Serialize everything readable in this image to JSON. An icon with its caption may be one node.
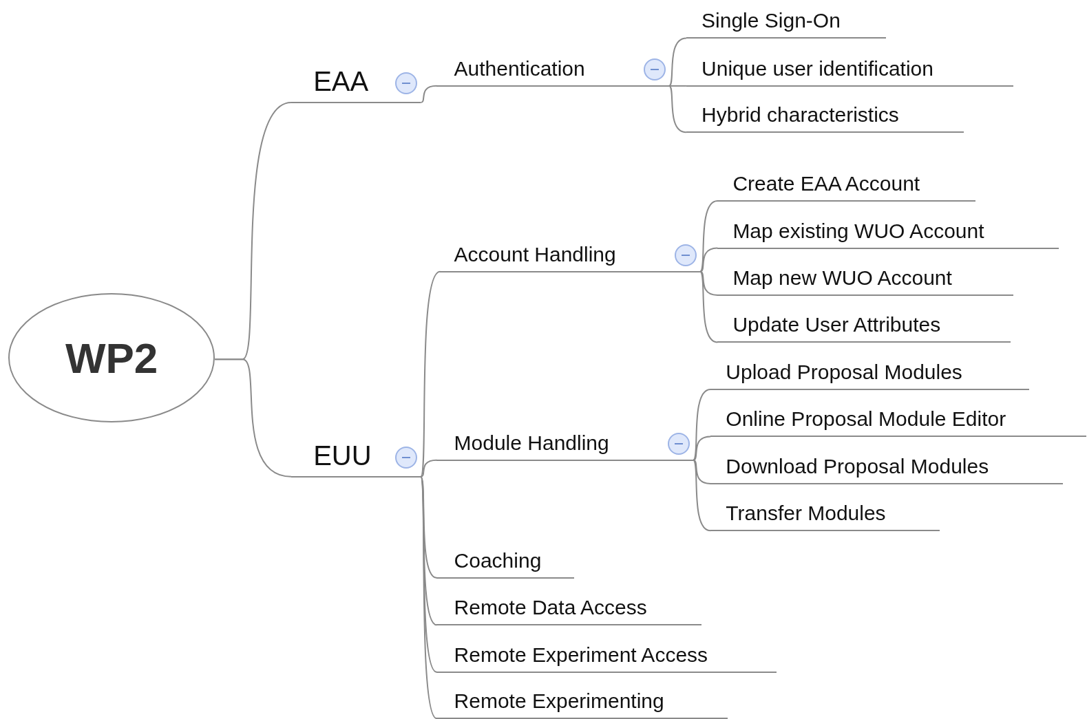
{
  "diagram": {
    "nodes": [
      {
        "text": [
          "WP2"
        ]
      },
      {
        "text": [
          "EAA"
        ]
      },
      {
        "text": [
          "EUU"
        ]
      },
      {
        "text": [
          "Authentication"
        ]
      },
      {
        "text": [
          "Account Handling"
        ]
      },
      {
        "text": [
          "Module Handling"
        ]
      },
      {
        "text": [
          "Coaching"
        ]
      },
      {
        "text": [
          "Remote Data Access"
        ]
      },
      {
        "text": [
          "Remote Experiment Access"
        ]
      },
      {
        "text": [
          "Remote Experimenting"
        ]
      },
      {
        "text": [
          "Single Sign-On"
        ]
      },
      {
        "text": [
          "Unique user identification"
        ]
      },
      {
        "text": [
          "Hybrid characteristics"
        ]
      },
      {
        "text": [
          "Create EAA Account"
        ]
      },
      {
        "text": [
          "Map existing WUO Account"
        ]
      },
      {
        "text": [
          "Map new WUO Account"
        ]
      },
      {
        "text": [
          "Update User Attributes"
        ]
      },
      {
        "text": [
          "Upload Proposal Modules"
        ]
      },
      {
        "text": [
          "Online Proposal Module Editor"
        ]
      },
      {
        "text": [
          "Download Proposal Modules"
        ]
      },
      {
        "text": [
          "Transfer Modules"
        ]
      }
    ],
    "edges": [
      {
        "from": 0,
        "to": 1,
        "arrow": "none"
      },
      {
        "from": 0,
        "to": 2,
        "arrow": "none"
      },
      {
        "from": 1,
        "to": 3,
        "arrow": "none"
      },
      {
        "from": 2,
        "to": 4,
        "arrow": "none"
      },
      {
        "from": 2,
        "to": 5,
        "arrow": "none"
      },
      {
        "from": 2,
        "to": 6,
        "arrow": "none"
      },
      {
        "from": 2,
        "to": 7,
        "arrow": "none"
      },
      {
        "from": 2,
        "to": 8,
        "arrow": "none"
      },
      {
        "from": 2,
        "to": 9,
        "arrow": "none"
      },
      {
        "from": 3,
        "to": 10,
        "arrow": "none"
      },
      {
        "from": 3,
        "to": 11,
        "arrow": "none"
      },
      {
        "from": 3,
        "to": 12,
        "arrow": "none"
      },
      {
        "from": 4,
        "to": 13,
        "arrow": "none"
      },
      {
        "from": 4,
        "to": 14,
        "arrow": "none"
      },
      {
        "from": 4,
        "to": 15,
        "arrow": "none"
      },
      {
        "from": 4,
        "to": 16,
        "arrow": "none"
      },
      {
        "from": 5,
        "to": 17,
        "arrow": "none"
      },
      {
        "from": 5,
        "to": 18,
        "arrow": "none"
      },
      {
        "from": 5,
        "to": 19,
        "arrow": "none"
      },
      {
        "from": 5,
        "to": 20,
        "arrow": "none"
      }
    ]
  }
}
